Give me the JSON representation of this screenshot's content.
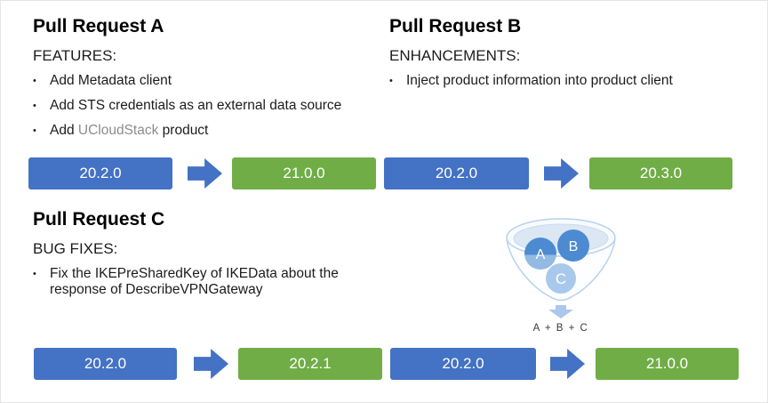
{
  "colors": {
    "box_blue": "#4472C4",
    "box_green": "#70AD47",
    "arrow_blue": "#4472C4",
    "gray_text": "#8C8C8C",
    "funnel_circle_dark": "#4C8BD1",
    "funnel_circle_light": "#A8C9EB",
    "funnel_outline": "#B9D1EC",
    "funnel_ellipse_fill": "#DCE7F4",
    "funnel_small_arrow": "#A9C8EA"
  },
  "pr_a": {
    "title": "Pull Request A",
    "subtitle": "FEATURES:",
    "bullet_glyph": "•",
    "bullets": [
      "Add Metadata client",
      "Add STS credentials as an external data source"
    ],
    "bullet3_pre": "Add ",
    "bullet3_highlight": "UCloudStack",
    "bullet3_post": " product"
  },
  "pr_b": {
    "title": "Pull Request B",
    "subtitle": "ENHANCEMENTS:",
    "bullet_glyph": "•",
    "bullets": [
      "Inject product information into product client"
    ]
  },
  "pr_c": {
    "title": "Pull Request C",
    "subtitle": "BUG FIXES:",
    "bullet_glyph": "•",
    "bullets": [
      "Fix the IKEPreSharedKey of IKEData about the response of DescribeVPNGateway"
    ]
  },
  "version_rows": {
    "row1": {
      "pairs": [
        {
          "from": "20.2.0",
          "to": "21.0.0"
        },
        {
          "from": "20.2.0",
          "to": "20.3.0"
        }
      ]
    },
    "row2": {
      "pairs": [
        {
          "from": "20.2.0",
          "to": "20.2.1"
        },
        {
          "from": "20.2.0",
          "to": "21.0.0"
        }
      ]
    }
  },
  "funnel": {
    "circles": [
      {
        "label": "A"
      },
      {
        "label": "B"
      },
      {
        "label": "C"
      }
    ],
    "result_label": "A + B + C"
  }
}
